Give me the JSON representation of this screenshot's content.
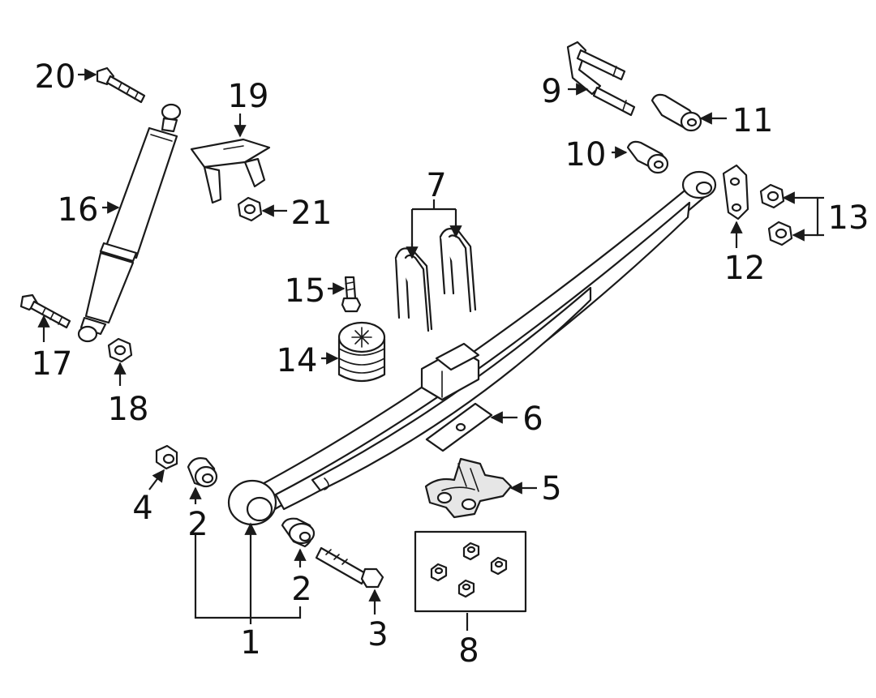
{
  "callouts": {
    "c1": "1",
    "c2a": "2",
    "c2b": "2",
    "c3": "3",
    "c4": "4",
    "c5": "5",
    "c6": "6",
    "c7": "7",
    "c8": "8",
    "c9": "9",
    "c10": "10",
    "c11": "11",
    "c12": "12",
    "c13": "13",
    "c14": "14",
    "c15": "15",
    "c16": "16",
    "c17": "17",
    "c18": "18",
    "c19": "19",
    "c20": "20",
    "c21": "21"
  },
  "colors": {
    "line": "#1a1a1a",
    "background": "#ffffff",
    "shade": "#e6e6e6"
  }
}
